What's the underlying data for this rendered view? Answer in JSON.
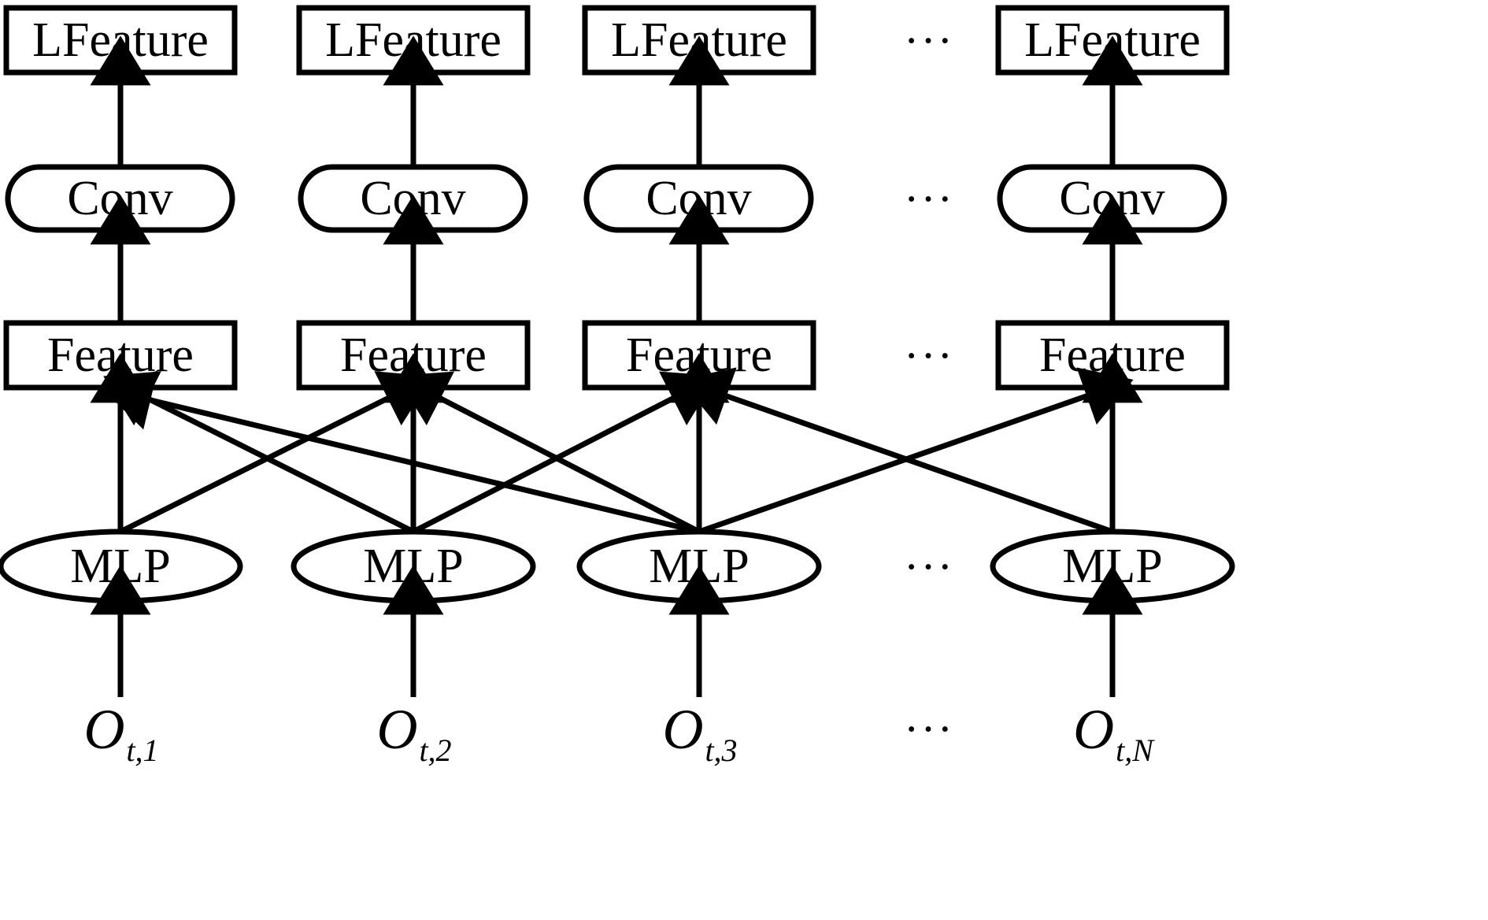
{
  "diagram": {
    "title": "Multi-agent observation encoding pipeline",
    "stroke_color": "#000000",
    "fill_color": "#ffffff",
    "background": "#ffffff",
    "ellipsis": "···",
    "columns": [
      {
        "index": 1,
        "lfeature": "LFeature",
        "conv": "Conv",
        "feature": "Feature",
        "mlp": "MLP",
        "observation_base": "O",
        "observation_sub": "t,1"
      },
      {
        "index": 2,
        "lfeature": "LFeature",
        "conv": "Conv",
        "feature": "Feature",
        "mlp": "MLP",
        "observation_base": "O",
        "observation_sub": "t,2"
      },
      {
        "index": 3,
        "lfeature": "LFeature",
        "conv": "Conv",
        "feature": "Feature",
        "mlp": "MLP",
        "observation_base": "O",
        "observation_sub": "t,3"
      },
      {
        "index": 4,
        "lfeature": "LFeature",
        "conv": "Conv",
        "feature": "Feature",
        "mlp": "MLP",
        "observation_base": "O",
        "observation_sub": "t,N"
      }
    ],
    "rows": [
      {
        "name": "lfeature-row",
        "shape": "rectangle"
      },
      {
        "name": "conv-row",
        "shape": "stadium"
      },
      {
        "name": "feature-row",
        "shape": "rectangle"
      },
      {
        "name": "mlp-row",
        "shape": "ellipse"
      },
      {
        "name": "observation-row",
        "shape": "text"
      }
    ]
  }
}
